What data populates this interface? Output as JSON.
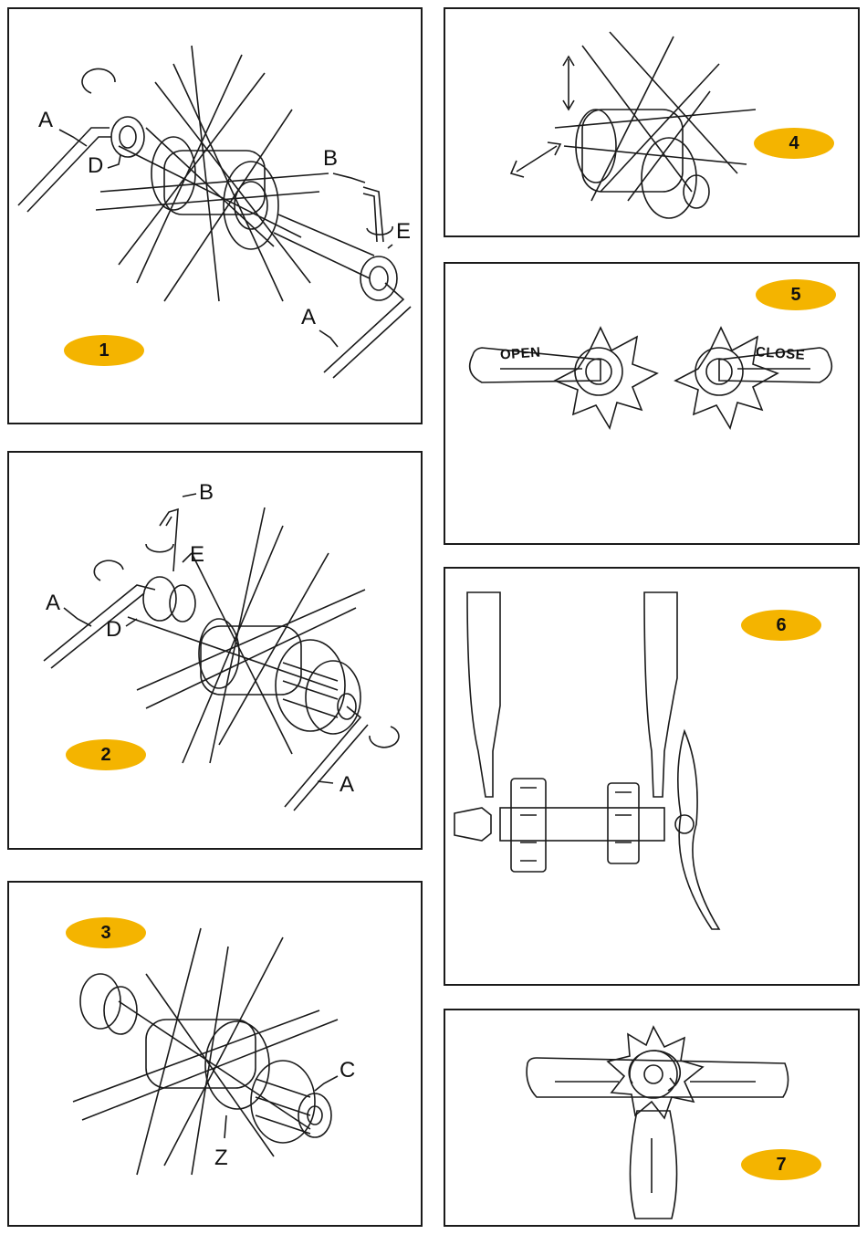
{
  "accent_color": "#f4b400",
  "line_color": "#1a1a1a",
  "steps": [
    {
      "number": "1",
      "labels": {
        "a_top": "A",
        "d": "D",
        "b": "B",
        "e": "E",
        "a_bottom": "A"
      }
    },
    {
      "number": "2",
      "labels": {
        "b": "B",
        "e": "E",
        "a_left": "A",
        "d": "D",
        "a_bottom": "A"
      }
    },
    {
      "number": "3",
      "labels": {
        "c": "C",
        "z": "Z"
      }
    },
    {
      "number": "4"
    },
    {
      "number": "5",
      "open_text": "OPEN",
      "close_text": "CLOSE"
    },
    {
      "number": "6"
    },
    {
      "number": "7"
    }
  ]
}
